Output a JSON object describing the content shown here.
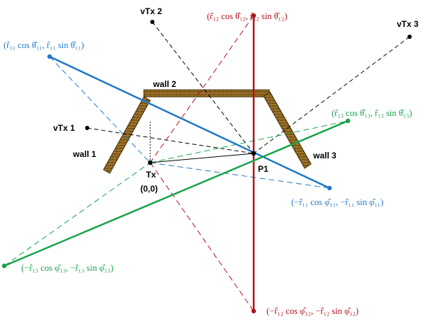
{
  "labels": {
    "vtx1": "vTx 1",
    "vtx2": "vTx 2",
    "vtx3": "vTx 3",
    "wall1": "wall 1",
    "wall2": "wall 2",
    "wall3": "wall 3",
    "tx": "Tx",
    "origin": "(0,0)",
    "p1": "P1"
  },
  "math_labels": {
    "blue_top": "(r̂₁₁ cos θ̂₁₁, r̂₁₁ sin θ̂₁₁)",
    "blue_bottom": "(−r̂₁₁ cos φ̂₁₁, −r̂₁₁ sin φ̂₁₁)",
    "red_top": "(r̂₁₂ cos θ̂₁₂, r̂₁₂ sin θ̂₁₂)",
    "red_bottom": "(−r̂₁₂ cos φ̂₁₂, −r̂₁₂ sin φ̂₁₂)",
    "green_top": "(r̂₁₃ cos θ̂₁₃, r̂₁₃ sin θ̂₁₃)",
    "green_bottom": "(−r̂₁₃ cos φ̂₁₃, −r̂₁₃ sin φ̂₁₃)"
  },
  "colors": {
    "blue": "#1f78c8",
    "red": "#b0121b",
    "green": "#17a34a",
    "wall_fill": "#a97b2c",
    "wall_stroke": "#3a2a08",
    "black": "#000000"
  }
}
